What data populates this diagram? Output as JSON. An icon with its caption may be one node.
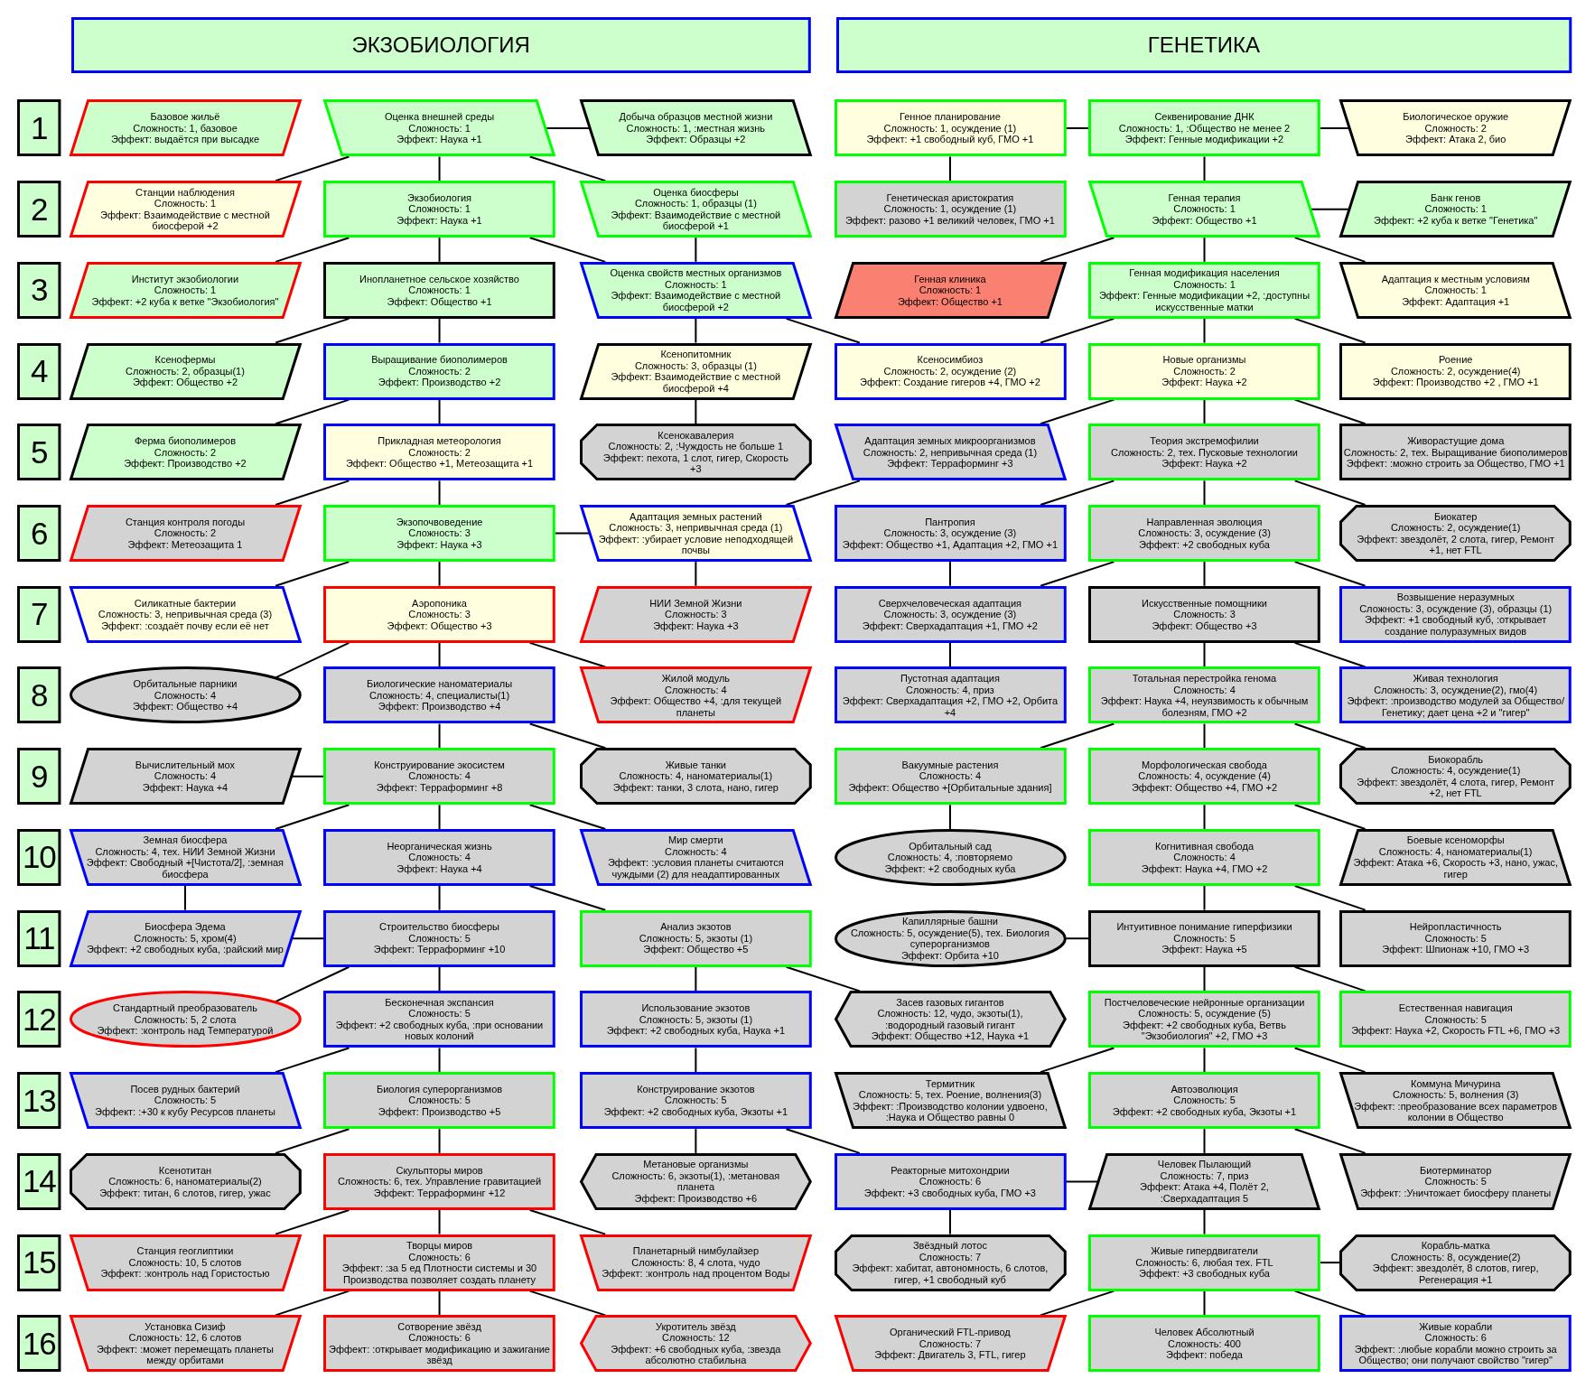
{
  "diagram": {
    "nodes": [
      {
        "text": [
          "ЭКЗОБИОЛОГИЯ"
        ]
      },
      {
        "text": [
          "ГЕНЕТИКА"
        ]
      },
      {
        "text": [
          "1"
        ]
      },
      {
        "text": [
          "Базовое жильё",
          "Сложность: 1, базовое",
          "Эффект: выдаётся при высадке"
        ]
      },
      {
        "text": [
          "Оценка внешней среды",
          "Сложность: 1",
          "Эффект: Наука +1"
        ]
      },
      {
        "text": [
          "Добыча образцов местной жизни",
          "Сложность: 1, :местная жизнь",
          "Эффект: Образцы +2"
        ]
      },
      {
        "text": [
          "Генное планирование",
          "Сложность: 1, осуждение (1)",
          "Эффект: +1 свободный куб, ГМО +1"
        ]
      },
      {
        "text": [
          "Секвенирование ДНК",
          "Сложность: 1, :Общество не менее 2",
          "Эффект: Генные модификации +2"
        ]
      },
      {
        "text": [
          "Биологическое оружие",
          "Сложность: 2",
          "Эффект: Атака 2, био"
        ]
      },
      {
        "text": [
          "2"
        ]
      },
      {
        "text": [
          "Станции наблюдения",
          "Сложность: 1",
          "Эффект: Взаимодействие с местной биосферой +2"
        ]
      },
      {
        "text": [
          "Экзобиология",
          "Сложность: 1",
          "Эффект: Наука +1"
        ]
      },
      {
        "text": [
          "Оценка биосферы",
          "Сложность: 1, образцы (1)",
          "Эффект: Взаимодействие с местной биосферой +1"
        ]
      },
      {
        "text": [
          "Генетическая аристократия",
          "Сложность: 1, осуждение (1)",
          "Эффект: разово +1 великий человек, ГМО +1"
        ]
      },
      {
        "text": [
          "Генная терапия",
          "Сложность: 1",
          "Эффект: Общество +1"
        ]
      },
      {
        "text": [
          "Банк генов",
          "Сложность: 1",
          "Эффект: +2 куба к ветке \"Генетика\""
        ]
      },
      {
        "text": [
          "3"
        ]
      },
      {
        "text": [
          "Институт экзобиологии",
          "Сложность: 1",
          "Эффект: +2 куба к ветке \"Экзобиология\""
        ]
      },
      {
        "text": [
          "Инопланетное сельское хозяйство",
          "Сложность: 1",
          "Эффект: Общество +1"
        ]
      },
      {
        "text": [
          "Оценка свойств местных организмов",
          "Сложность: 1",
          "Эффект: Взаимодействие с местной биосферой +2"
        ]
      },
      {
        "text": [
          "Генная клиника",
          "Сложность: 1",
          "Эффект: Общество +1"
        ]
      },
      {
        "text": [
          "Генная модификация населения",
          "Сложность: 1",
          "Эффект: Генные модификации +2, :доступны искусственные матки"
        ]
      },
      {
        "text": [
          "Адаптация к местным условиям",
          "Сложность: 1",
          "Эффект: Адаптация +1"
        ]
      },
      {
        "text": [
          "4"
        ]
      },
      {
        "text": [
          "Ксенофермы",
          "Сложность: 2, образцы(1)",
          "Эффект: Общество +2"
        ]
      },
      {
        "text": [
          "Выращивание биополимеров",
          "Сложность: 2",
          "Эффект: Производство +2"
        ]
      },
      {
        "text": [
          "Ксенопитомник",
          "Сложность: 3, образцы (1)",
          "Эффект: Взаимодействие с местной биосферой +4"
        ]
      },
      {
        "text": [
          "Ксеносимбиоз",
          "Сложность: 2, осуждение (2)",
          "Эффект: Создание гигеров +4, ГМО +2"
        ]
      },
      {
        "text": [
          "Новые организмы",
          "Сложность: 2",
          "Эффект: Наука +2"
        ]
      },
      {
        "text": [
          "Роение",
          "Сложность: 2, осуждение(4)",
          "Эффект: Производство +2 , ГМО +1"
        ]
      },
      {
        "text": [
          "5"
        ]
      },
      {
        "text": [
          "Ферма биополимеров",
          "Сложность: 2",
          "Эффект: Производство +2"
        ]
      },
      {
        "text": [
          "Прикладная метеорология",
          "Сложность: 2",
          "Эффект: Общество +1, Метеозащита +1"
        ]
      },
      {
        "text": [
          "Ксенокавалерия",
          "Сложность: 2, :Чуждость не больше 1",
          "Эффект: пехота, 1 слот, гигер, Скорость +3"
        ]
      },
      {
        "text": [
          "Адаптация земных микроорганизмов",
          "Сложность: 2, непривычная среда (1)",
          "Эффект: Терраформинг +3"
        ]
      },
      {
        "text": [
          "Теория экстремофилии",
          "Сложность: 2, тех. Пусковые технологии",
          "Эффект: Наука +2"
        ]
      },
      {
        "text": [
          "Живорастущие дома",
          "Сложность: 2, тех. Выращивание биополимеров",
          "Эффект: :можно строить за Общество, ГМО +1"
        ]
      },
      {
        "text": [
          "6"
        ]
      },
      {
        "text": [
          "Станция контроля погоды",
          "Сложность: 2",
          "Эффект: Метеозащита 1"
        ]
      },
      {
        "text": [
          "Экзопочвоведение",
          "Сложность: 3",
          "Эффект: Наука +3"
        ]
      },
      {
        "text": [
          "Адаптация земных растений",
          "Сложность: 3, непривычная среда (1)",
          "Эффект: :убирает условие неподходящей почвы"
        ]
      },
      {
        "text": [
          "Пантропия",
          "Сложность: 3, осуждение (3)",
          "Эффект: Общество +1, Адаптация +2, ГМО +1"
        ]
      },
      {
        "text": [
          "Направленная эволюция",
          "Сложность: 3, осуждение (3)",
          "Эффект: +2 свободных куба"
        ]
      },
      {
        "text": [
          "Биокатер",
          "Сложность: 2, осуждение(1)",
          "Эффект: звездолёт, 2 слота, гигер, Ремонт +1, нет FTL"
        ]
      },
      {
        "text": [
          "7"
        ]
      },
      {
        "text": [
          "Силикатные бактерии",
          "Сложность: 3, непривычная среда (3)",
          "Эффект: :создаёт почву если её нет"
        ]
      },
      {
        "text": [
          "Аэропоника",
          "Сложность: 3",
          "Эффект: Общество +3"
        ]
      },
      {
        "text": [
          "НИИ Земной Жизни",
          "Сложность: 3",
          "Эффект: Наука +3"
        ]
      },
      {
        "text": [
          "Сверхчеловеческая адаптация",
          "Сложность: 3, осуждение (3)",
          "Эффект: Сверхадаптация +1, ГМО +2"
        ]
      },
      {
        "text": [
          "Искусственные помощники",
          "Сложность: 3",
          "Эффект: Общество +3"
        ]
      },
      {
        "text": [
          "Возвышение неразумных",
          "Сложность: 3, осуждение (3), образцы (1)",
          "Эффект: +1 свободный куб, :открывает создание полуразумных видов"
        ]
      },
      {
        "text": [
          "8"
        ]
      },
      {
        "text": [
          "Орбитальные парники",
          "Сложность: 4",
          "Эффект: Общество +4"
        ]
      },
      {
        "text": [
          "Биологические наноматериалы",
          "Сложность: 4, специалисты(1)",
          "Эффект: Производство +4"
        ]
      },
      {
        "text": [
          "Жилой модуль",
          "Сложность: 4",
          "Эффект: Общество +4, :для текущей планеты"
        ]
      },
      {
        "text": [
          "Пустотная адаптация",
          "Сложность: 4, приз",
          "Эффект: Сверхадаптация +2, ГМО +2, Орбита +4"
        ]
      },
      {
        "text": [
          "Тотальная перестройка генома",
          "Сложность: 4",
          "Эффект: Наука +4, неуязвимость к обычным болезням, ГМО +2"
        ]
      },
      {
        "text": [
          "Живая технология",
          "Сложность: 3, осуждение(2), гмо(4)",
          "Эффект: :производство модулей за Общество/Генетику; дает цена +2 и \"гигер\""
        ]
      },
      {
        "text": [
          "9"
        ]
      },
      {
        "text": [
          "Вычислительный мох",
          "Сложность: 4",
          "Эффект: Наука +4"
        ]
      },
      {
        "text": [
          "Конструирование экосистем",
          "Сложность: 4",
          "Эффект: Терраформинг +8"
        ]
      },
      {
        "text": [
          "Живые танки",
          "Сложность: 4, наноматериалы(1)",
          "Эффект: танки, 3 слота, нано, гигер"
        ]
      },
      {
        "text": [
          "Вакуумные растения",
          "Сложность: 4",
          "Эффект: Общество +[Орбитальные здания]"
        ]
      },
      {
        "text": [
          "Морфологическая свобода",
          "Сложность: 4, осуждение (4)",
          "Эффект: Общество +4, ГМО +2"
        ]
      },
      {
        "text": [
          "Биокорабль",
          "Сложность: 4, осуждение(1)",
          "Эффект: звездолёт, 4 слота, гигер, Ремонт +2, нет FTL"
        ]
      },
      {
        "text": [
          "10"
        ]
      },
      {
        "text": [
          "Земная биосфера",
          "Сложность: 4, тех. НИИ Земной Жизни",
          "Эффект: Свободный +[Чистота/2], :земная биосфера"
        ]
      },
      {
        "text": [
          "Неорганическая жизнь",
          "Сложность: 4",
          "Эффект: Наука +4"
        ]
      },
      {
        "text": [
          "Мир смерти",
          "Сложность: 4",
          "Эффект: :условия планеты считаются чуждыми (2) для неадаптированных"
        ]
      },
      {
        "text": [
          "Орбитальный сад",
          "Сложность: 4, :повторяемо",
          "Эффект: +2 свободных куба"
        ]
      },
      {
        "text": [
          "Когнитивная свобода",
          "Сложность: 4",
          "Эффект: Наука +4, ГМО +2"
        ]
      },
      {
        "text": [
          "Боевые ксеноморфы",
          "Сложность: 4, наноматериалы(1)",
          "Эффект: Атака +6, Скорость +3, нано, ужас, гигер"
        ]
      },
      {
        "text": [
          "11"
        ]
      },
      {
        "text": [
          "Биосфера Эдема",
          "Сложность: 5, хром(4)",
          "Эффект: +2 свободных куба, :райский мир"
        ]
      },
      {
        "text": [
          "Строительство биосферы",
          "Сложность: 5",
          "Эффект: Терраформинг +10"
        ]
      },
      {
        "text": [
          "Анализ экзотов",
          "Сложность: 5, экзоты (1)",
          "Эффект: Общество +5"
        ]
      },
      {
        "text": [
          "Капиллярные башни",
          "Сложность: 5, осуждение(5), тех. Биология суперорганизмов",
          "Эффект: Орбита +10"
        ]
      },
      {
        "text": [
          "Интуитивное понимание гиперфизики",
          "Сложность: 5",
          "Эффект: Наука +5"
        ]
      },
      {
        "text": [
          "Нейропластичность",
          "Сложность: 5",
          "Эффект: Шпионаж +10, ГМО +3"
        ]
      },
      {
        "text": [
          "12"
        ]
      },
      {
        "text": [
          "Стандартный преобразователь",
          "Сложность: 5, 2 слота",
          "Эффект: :контроль над Температурой"
        ]
      },
      {
        "text": [
          "Бесконечная экспансия",
          "Сложность: 5",
          "Эффект: +2 свободных куба, :при основании новых колоний"
        ]
      },
      {
        "text": [
          "Использование экзотов",
          "Сложность: 5, экзоты (1)",
          "Эффект: +2 свободных куба, Наука +1"
        ]
      },
      {
        "text": [
          "Засев газовых гигантов",
          "Сложность: 12, чудо, экзоты(1), :водородный газовый гигант",
          "Эффект: Общество +12, Наука +1"
        ]
      },
      {
        "text": [
          "Постчеловеческие нейронные организации",
          "Сложность: 5, осуждение (5)",
          "Эффект: +2 свободных куба, Ветвь \"Экзобиология\" +2, ГМО +3"
        ]
      },
      {
        "text": [
          "Естественная навигация",
          "Сложность: 5",
          "Эффект: Наука +2, Скорость FTL +6, ГМО +3"
        ]
      },
      {
        "text": [
          "13"
        ]
      },
      {
        "text": [
          "Посев рудных бактерий",
          "Сложность: 5",
          "Эффект: :+30 к кубу Ресурсов планеты"
        ]
      },
      {
        "text": [
          "Биология суперорганизмов",
          "Сложность: 5",
          "Эффект: Производство +5"
        ]
      },
      {
        "text": [
          "Конструирование экзотов",
          "Сложность: 5",
          "Эффект: +2 свободных куба, Экзоты +1"
        ]
      },
      {
        "text": [
          "Термитник",
          "Сложность: 5, тех. Роение, волнения(3)",
          "Эффект: :Производство колонии удвоено, :Наука и Общество равны 0"
        ]
      },
      {
        "text": [
          "Автоэволюция",
          "Сложность: 5",
          "Эффект: +2 свободных куба, Экзоты +1"
        ]
      },
      {
        "text": [
          "Коммуна Мичурина",
          "Сложность: 5, волнения (3)",
          "Эффект: :преобразование всех параметров колонии в Общество"
        ]
      },
      {
        "text": [
          "14"
        ]
      },
      {
        "text": [
          "Ксенотитан",
          "Сложность: 6, наноматериалы(2)",
          "Эффект: титан, 6 слотов, гигер, ужас"
        ]
      },
      {
        "text": [
          "Скульпторы миров",
          "Сложность: 6, тех. Управление гравитацией",
          "Эффект: Терраформинг +12"
        ]
      },
      {
        "text": [
          "Метановые организмы",
          "Сложность: 6, экзоты(1), :метановая планета",
          "Эффект: Производство +6"
        ]
      },
      {
        "text": [
          "Реакторные митохондрии",
          "Сложность: 6",
          "Эффект: +3 свободных куба, ГМО +3"
        ]
      },
      {
        "text": [
          "Человек Пылающий",
          "Сложность: 7, приз",
          "Эффект: Атака +4, Полёт 2, :Сверхадаптация 5"
        ]
      },
      {
        "text": [
          "Биотерминатор",
          "Сложность: 5",
          "Эффект: :Уничтожает биосферу планеты"
        ]
      },
      {
        "text": [
          "15"
        ]
      },
      {
        "text": [
          "Станция геоглиптики",
          "Сложность: 10, 5 слотов",
          "Эффект: :контроль над Гористостью"
        ]
      },
      {
        "text": [
          "Творцы миров",
          "Сложность: 6",
          "Эффект: :за 5 ед Плотности системы и 30 Производства позволяет создать планету"
        ]
      },
      {
        "text": [
          "Планетарный нимбулайзер",
          "Сложность: 8, 4 слота, чудо",
          "Эффект: :контроль над процентом Воды"
        ]
      },
      {
        "text": [
          "Звёздный лотос",
          "Сложность: 7",
          "Эффект: хабитат, автономность, 6 слотов, гигер, +1 свободный куб"
        ]
      },
      {
        "text": [
          "Живые гипердвигатели",
          "Сложность: 6, любая тех. FTL",
          "Эффект: +3 свободных куба"
        ]
      },
      {
        "text": [
          "Корабль-матка",
          "Сложность: 8, осуждение(2)",
          "Эффект: звездолёт, 8 слотов, гигер, Регенерация +1"
        ]
      },
      {
        "text": [
          "16"
        ]
      },
      {
        "text": [
          "Установка Сизиф",
          "Сложность: 12, 6 слотов",
          "Эффект: :может перемещать планеты между орбитами"
        ]
      },
      {
        "text": [
          "Сотворение звёзд",
          "Сложность: 6",
          "Эффект: :открывает модификацию и зажигание звёзд"
        ]
      },
      {
        "text": [
          "Укротитель звёзд",
          "Сложность: 12",
          "Эффект: +6 свободных куба, :звезда абсолютно стабильна"
        ]
      },
      {
        "text": [
          "Органический FTL-привод",
          "Сложность: 7",
          "Эффект: Двигатель 3, FTL, гигер"
        ]
      },
      {
        "text": [
          "Человек Абсолютный",
          "Сложность: 400",
          "Эффект: победа"
        ]
      },
      {
        "text": [
          "Живые корабли",
          "Сложность: 6",
          "Эффект: :любые корабли можно строить за Общество; они получают свойство \"гигер\""
        ]
      }
    ],
    "edges": [
      {
        "from": 4,
        "to": 11,
        "arrow": "none"
      },
      {
        "from": 11,
        "to": 18,
        "arrow": "none"
      },
      {
        "from": 18,
        "to": 25,
        "arrow": "none"
      },
      {
        "from": 25,
        "to": 32,
        "arrow": "none"
      },
      {
        "from": 32,
        "to": 39,
        "arrow": "none"
      },
      {
        "from": 39,
        "to": 46,
        "arrow": "none"
      },
      {
        "from": 46,
        "to": 53,
        "arrow": "none"
      },
      {
        "from": 53,
        "to": 60,
        "arrow": "none"
      },
      {
        "from": 60,
        "to": 67,
        "arrow": "none"
      },
      {
        "from": 67,
        "to": 74,
        "arrow": "none"
      },
      {
        "from": 74,
        "to": 81,
        "arrow": "none"
      },
      {
        "from": 81,
        "to": 88,
        "arrow": "none"
      },
      {
        "from": 88,
        "to": 95,
        "arrow": "none"
      },
      {
        "from": 95,
        "to": 102,
        "arrow": "none"
      },
      {
        "from": 102,
        "to": 109,
        "arrow": "none"
      },
      {
        "from": 4,
        "to": 10,
        "arrow": "none"
      },
      {
        "from": 11,
        "to": 17,
        "arrow": "none"
      },
      {
        "from": 18,
        "to": 24,
        "arrow": "none"
      },
      {
        "from": 25,
        "to": 31,
        "arrow": "none"
      },
      {
        "from": 32,
        "to": 38,
        "arrow": "none"
      },
      {
        "from": 39,
        "to": 45,
        "arrow": "none"
      },
      {
        "from": 46,
        "to": 52,
        "arrow": "none"
      },
      {
        "from": 60,
        "to": 59,
        "arrow": "none"
      },
      {
        "from": 60,
        "to": 66,
        "arrow": "none"
      },
      {
        "from": 66,
        "to": 73,
        "arrow": "none"
      },
      {
        "from": 74,
        "to": 73,
        "arrow": "none"
      },
      {
        "from": 74,
        "to": 80,
        "arrow": "none"
      },
      {
        "from": 81,
        "to": 87,
        "arrow": "none"
      },
      {
        "from": 88,
        "to": 94,
        "arrow": "none"
      },
      {
        "from": 95,
        "to": 101,
        "arrow": "none"
      },
      {
        "from": 102,
        "to": 108,
        "arrow": "none"
      },
      {
        "from": 4,
        "to": 5,
        "arrow": "none"
      },
      {
        "from": 4,
        "to": 12,
        "arrow": "none"
      },
      {
        "from": 11,
        "to": 19,
        "arrow": "none"
      },
      {
        "from": 12,
        "to": 19,
        "arrow": "none"
      },
      {
        "from": 19,
        "to": 26,
        "arrow": "none"
      },
      {
        "from": 26,
        "to": 33,
        "arrow": "none"
      },
      {
        "from": 19,
        "to": 27,
        "arrow": "none"
      },
      {
        "from": 39,
        "to": 40,
        "arrow": "none"
      },
      {
        "from": 34,
        "to": 40,
        "arrow": "none"
      },
      {
        "from": 40,
        "to": 47,
        "arrow": "none"
      },
      {
        "from": 46,
        "to": 54,
        "arrow": "none"
      },
      {
        "from": 53,
        "to": 61,
        "arrow": "none"
      },
      {
        "from": 60,
        "to": 68,
        "arrow": "none"
      },
      {
        "from": 67,
        "to": 75,
        "arrow": "none"
      },
      {
        "from": 75,
        "to": 82,
        "arrow": "none"
      },
      {
        "from": 82,
        "to": 89,
        "arrow": "none"
      },
      {
        "from": 89,
        "to": 96,
        "arrow": "none"
      },
      {
        "from": 75,
        "to": 83,
        "arrow": "none"
      },
      {
        "from": 89,
        "to": 97,
        "arrow": "none"
      },
      {
        "from": 97,
        "to": 104,
        "arrow": "none"
      },
      {
        "from": 97,
        "to": 98,
        "arrow": "none"
      },
      {
        "from": 95,
        "to": 103,
        "arrow": "none"
      },
      {
        "from": 102,
        "to": 110,
        "arrow": "none"
      },
      {
        "from": 6,
        "to": 7,
        "arrow": "none"
      },
      {
        "from": 6,
        "to": 13,
        "arrow": "none"
      },
      {
        "from": 7,
        "to": 8,
        "arrow": "none"
      },
      {
        "from": 7,
        "to": 14,
        "arrow": "none"
      },
      {
        "from": 14,
        "to": 15,
        "arrow": "none"
      },
      {
        "from": 14,
        "to": 20,
        "arrow": "none"
      },
      {
        "from": 14,
        "to": 22,
        "arrow": "none"
      },
      {
        "from": 14,
        "to": 21,
        "arrow": "none"
      },
      {
        "from": 21,
        "to": 27,
        "arrow": "none"
      },
      {
        "from": 21,
        "to": 29,
        "arrow": "none"
      },
      {
        "from": 21,
        "to": 28,
        "arrow": "none"
      },
      {
        "from": 28,
        "to": 34,
        "arrow": "none"
      },
      {
        "from": 28,
        "to": 36,
        "arrow": "none"
      },
      {
        "from": 28,
        "to": 35,
        "arrow": "none"
      },
      {
        "from": 35,
        "to": 41,
        "arrow": "none"
      },
      {
        "from": 35,
        "to": 43,
        "arrow": "none"
      },
      {
        "from": 35,
        "to": 42,
        "arrow": "none"
      },
      {
        "from": 42,
        "to": 48,
        "arrow": "none"
      },
      {
        "from": 42,
        "to": 50,
        "arrow": "none"
      },
      {
        "from": 42,
        "to": 49,
        "arrow": "none"
      },
      {
        "from": 41,
        "to": 48,
        "arrow": "none"
      },
      {
        "from": 48,
        "to": 55,
        "arrow": "none"
      },
      {
        "from": 49,
        "to": 57,
        "arrow": "none"
      },
      {
        "from": 49,
        "to": 56,
        "arrow": "none"
      },
      {
        "from": 56,
        "to": 62,
        "arrow": "none"
      },
      {
        "from": 56,
        "to": 64,
        "arrow": "none"
      },
      {
        "from": 56,
        "to": 63,
        "arrow": "none"
      },
      {
        "from": 62,
        "to": 69,
        "arrow": "none"
      },
      {
        "from": 63,
        "to": 71,
        "arrow": "none"
      },
      {
        "from": 63,
        "to": 70,
        "arrow": "none"
      },
      {
        "from": 70,
        "to": 78,
        "arrow": "none"
      },
      {
        "from": 70,
        "to": 77,
        "arrow": "none"
      },
      {
        "from": 77,
        "to": 76,
        "arrow": "none"
      },
      {
        "from": 77,
        "to": 85,
        "arrow": "none"
      },
      {
        "from": 77,
        "to": 84,
        "arrow": "none"
      },
      {
        "from": 84,
        "to": 90,
        "arrow": "none"
      },
      {
        "from": 84,
        "to": 92,
        "arrow": "none"
      },
      {
        "from": 84,
        "to": 91,
        "arrow": "none"
      },
      {
        "from": 91,
        "to": 99,
        "arrow": "none"
      },
      {
        "from": 91,
        "to": 98,
        "arrow": "none"
      },
      {
        "from": 98,
        "to": 105,
        "arrow": "none"
      },
      {
        "from": 105,
        "to": 106,
        "arrow": "none"
      },
      {
        "from": 105,
        "to": 111,
        "arrow": "none"
      },
      {
        "from": 105,
        "to": 113,
        "arrow": "none"
      },
      {
        "from": 105,
        "to": 112,
        "arrow": "none"
      }
    ]
  }
}
